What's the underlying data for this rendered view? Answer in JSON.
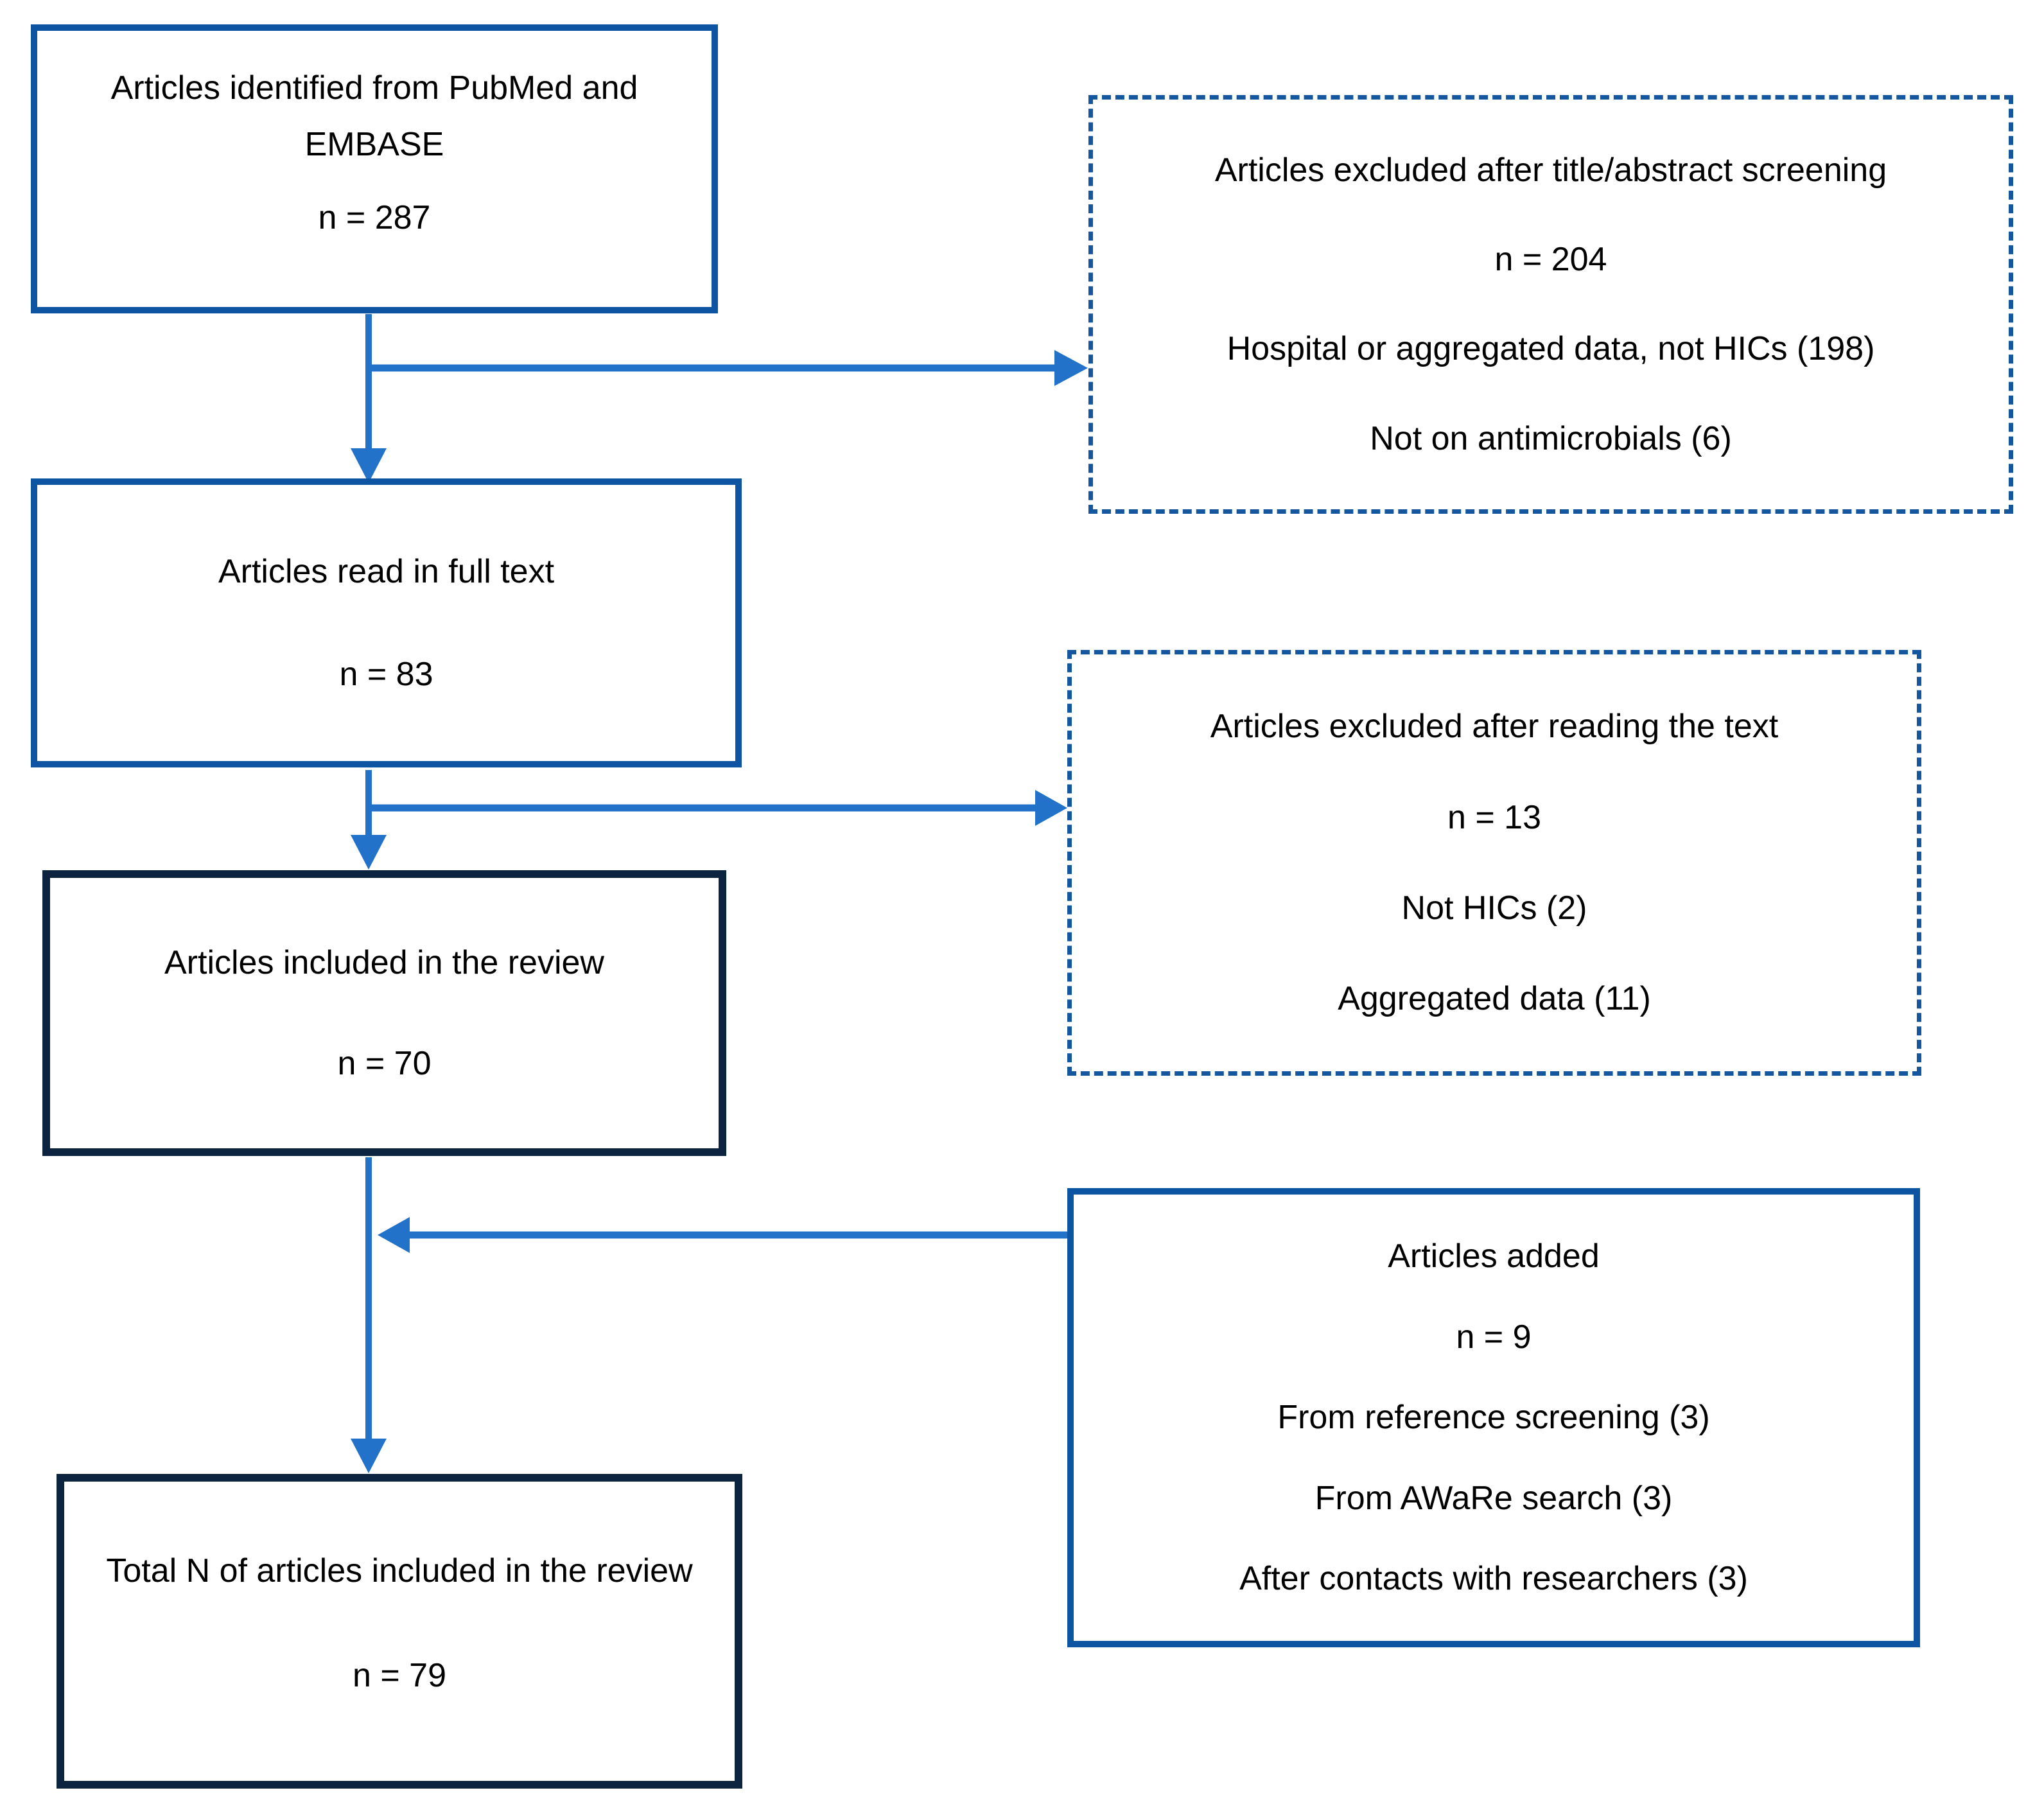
{
  "figure": {
    "kind": "systematic-review-flowchart",
    "background": "#ffffff"
  },
  "boxes": {
    "identified": {
      "title": "Articles identified from PubMed and EMBASE",
      "count": "n = 287"
    },
    "excluded_screening": {
      "title": "Articles excluded after title/abstract screening",
      "count": "n = 204",
      "reasons": [
        "Hospital or aggregated data, not HICs (198)",
        "Not on antimicrobials (6)"
      ]
    },
    "full_text": {
      "title": "Articles read in full text",
      "count": "n = 83"
    },
    "excluded_reading": {
      "title": "Articles excluded after reading the text",
      "count": "n = 13",
      "reasons": [
        "Not HICs (2)",
        "Aggregated data (11)"
      ]
    },
    "included": {
      "title": "Articles included in the review",
      "count": "n = 70"
    },
    "added": {
      "title": "Articles added",
      "count": "n = 9",
      "reasons": [
        "From reference screening (3)",
        "From AWaRe search (3)",
        "After contacts with researchers (3)"
      ]
    },
    "total": {
      "title": "Total N of articles included in the review",
      "count": "n = 79"
    }
  },
  "edges": [
    {
      "from": "identified",
      "to": "full_text"
    },
    {
      "from": "identified",
      "to": "excluded_screening"
    },
    {
      "from": "full_text",
      "to": "included"
    },
    {
      "from": "full_text",
      "to": "excluded_reading"
    },
    {
      "from": "included",
      "to": "total"
    },
    {
      "from": "added",
      "to": "total"
    }
  ],
  "colors": {
    "box_border_blue": "#0d55a2",
    "box_border_dashed_blue": "#14579f",
    "box_border_navy": "#0d2440",
    "arrow_blue": "#2372c9",
    "text": "#000000",
    "background": "#ffffff"
  }
}
